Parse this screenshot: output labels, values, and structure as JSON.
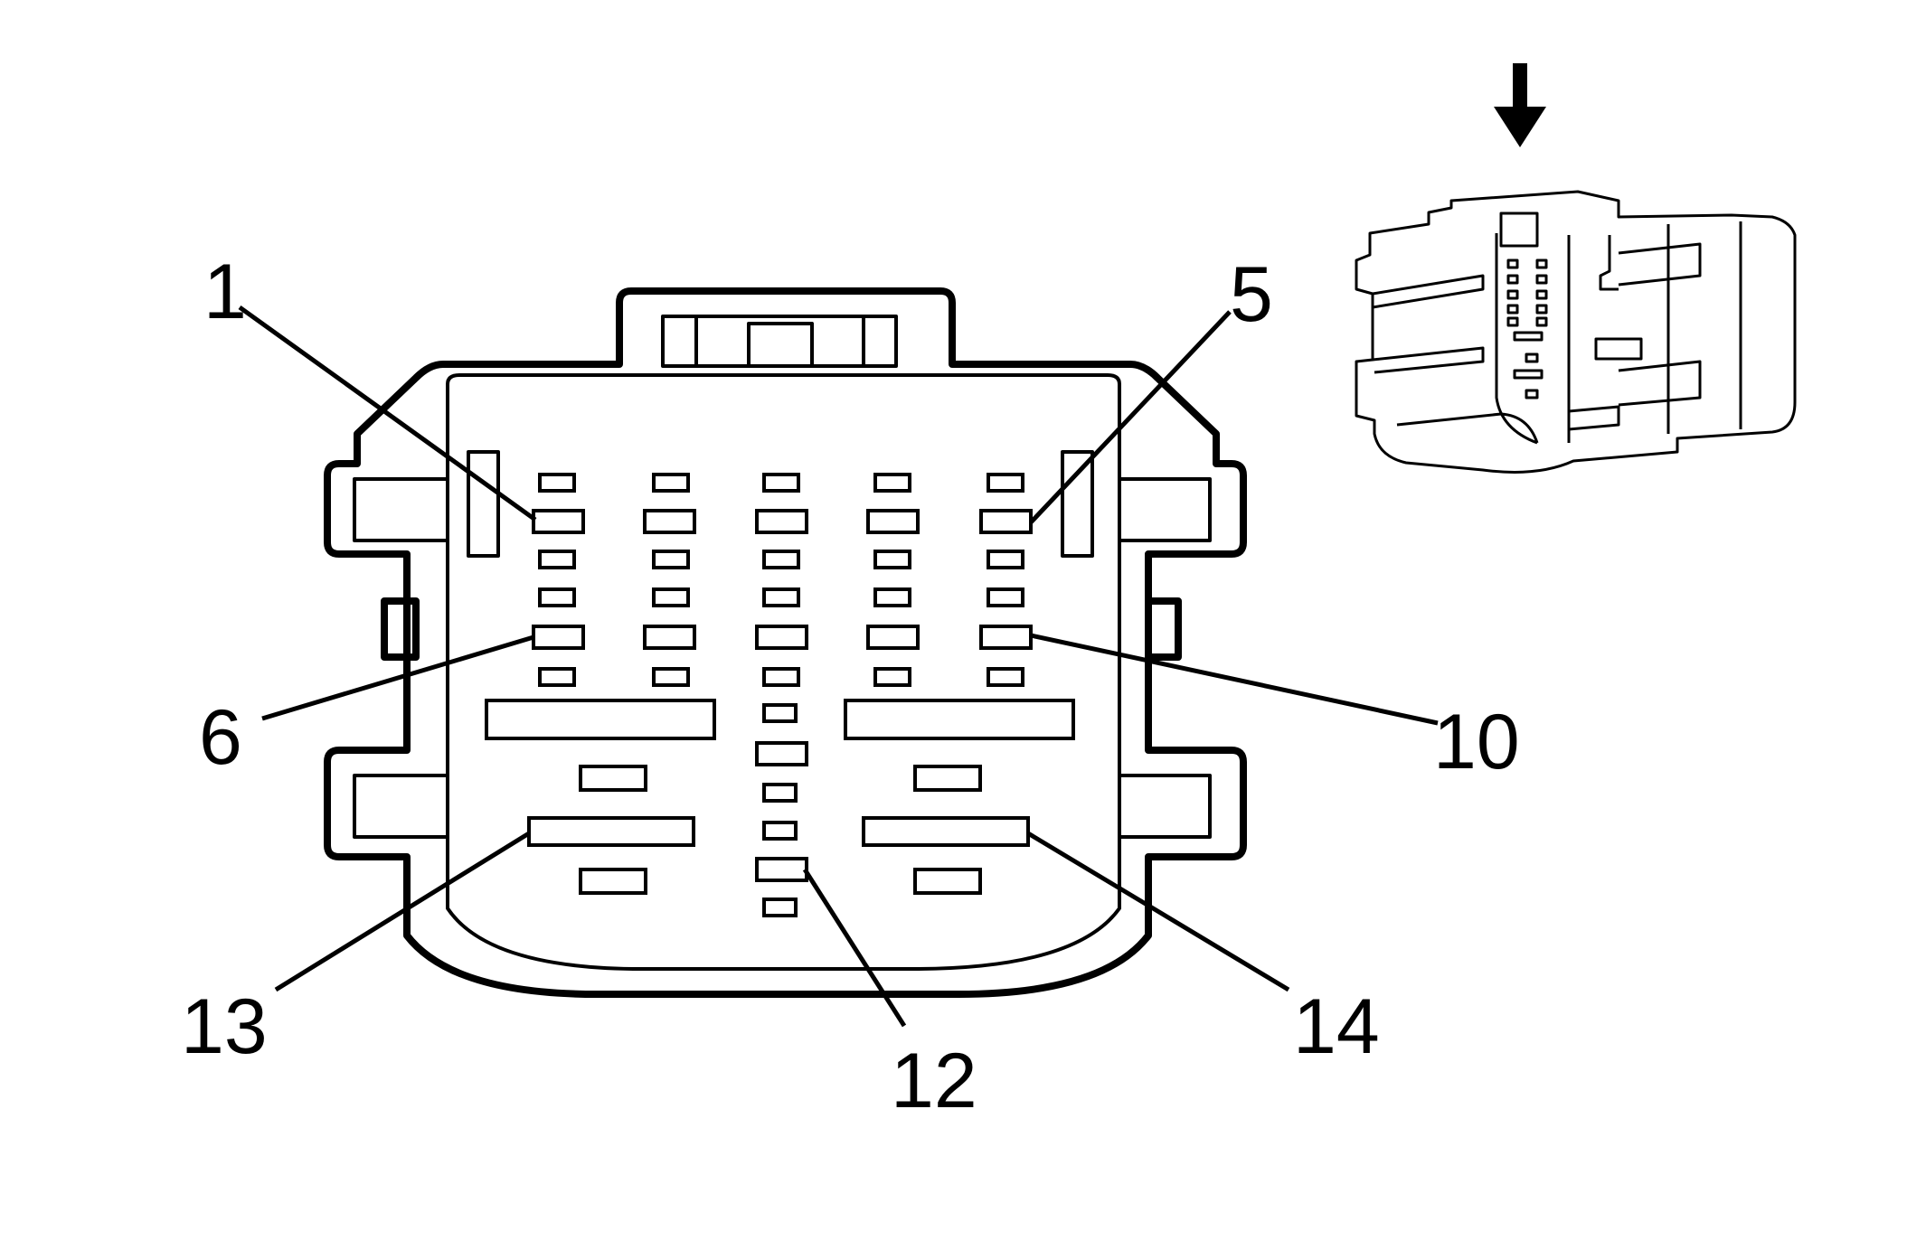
{
  "labels": {
    "pin1": "1",
    "pin5": "5",
    "pin6": "6",
    "pin10": "10",
    "pin12": "12",
    "pin13": "13",
    "pin14": "14"
  },
  "icons": {
    "view_direction": "down-arrow-icon"
  }
}
